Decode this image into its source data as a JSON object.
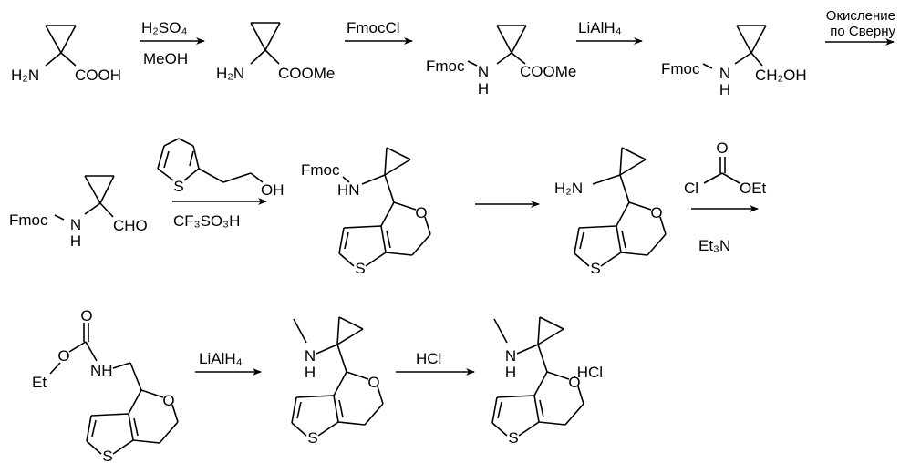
{
  "atoms": {
    "S": "S",
    "O": "O",
    "H": "H",
    "N": "N",
    "HN": "HN",
    "NH": "NH",
    "H2N": "H₂N",
    "Fmoc": "Fmoc",
    "Et": "Et",
    "Cl": "Cl",
    "OEt": "OEt"
  },
  "row1": {
    "m1": {
      "amine": "H₂N",
      "acid": "COOH"
    },
    "r1": {
      "above": "H₂SO₄",
      "below": "MeOH"
    },
    "m2": {
      "amine": "H₂N",
      "ester": "COOMe"
    },
    "r2": {
      "above": "FmocCl"
    },
    "m3": {
      "fmoc": "Fmoc",
      "n": "N",
      "h": "H",
      "ester": "COOMe"
    },
    "r3": {
      "above": "LiAlH₄"
    },
    "m4": {
      "fmoc": "Fmoc",
      "n": "N",
      "h": "H",
      "alcohol": "CH₂OH"
    },
    "r4": {
      "line1": "Окисление",
      "line2": "по Сверну"
    }
  },
  "row2": {
    "m5": {
      "fmoc": "Fmoc",
      "n": "N",
      "h": "H",
      "aldehyde": "CHO"
    },
    "r5": {
      "reagent_oh": "OH",
      "reagent_s": "S",
      "below": "CF₃SO₃H"
    },
    "m6": {
      "fmoc": "Fmoc",
      "hn": "HN"
    },
    "m7": {
      "amine": "H₂N"
    },
    "r7": {
      "o": "O",
      "cl": "Cl",
      "oet": "OEt",
      "below": "Et₃N"
    }
  },
  "row3": {
    "m8": {
      "o1": "O",
      "o2": "O",
      "et": "Et",
      "nh": "NH"
    },
    "r8": {
      "above": "LiAlH₄"
    },
    "m9": {
      "n": "N",
      "h": "H"
    },
    "r9": {
      "above": "HCl"
    },
    "m10": {
      "n": "N",
      "h": "H",
      "salt": ".HCl"
    }
  }
}
